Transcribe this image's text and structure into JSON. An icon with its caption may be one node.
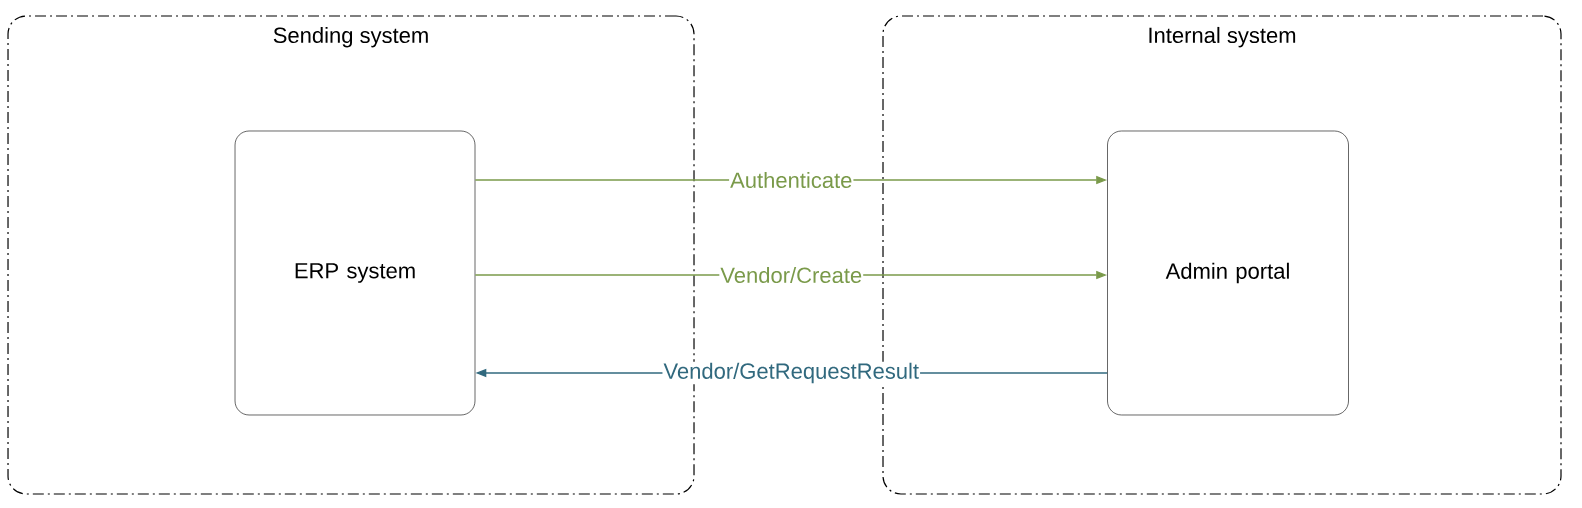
{
  "diagram": {
    "nodes": [
      {
        "text": [
          "Sending system"
        ]
      },
      {
        "text": [
          "ERP system"
        ],
        "in": 0
      },
      {
        "text": [
          "Internal system"
        ]
      },
      {
        "text": [
          "Admin portal"
        ],
        "in": 2
      }
    ],
    "edges": [
      {
        "from": 1,
        "to": 3,
        "arrow": "to",
        "label": "Authenticate"
      },
      {
        "from": 1,
        "to": 3,
        "arrow": "to",
        "label": "Vendor/Create"
      },
      {
        "from": 3,
        "to": 1,
        "arrow": "to",
        "label": "Vendor/GetRequestResult",
        "color": "#31697e"
      }
    ]
  }
}
